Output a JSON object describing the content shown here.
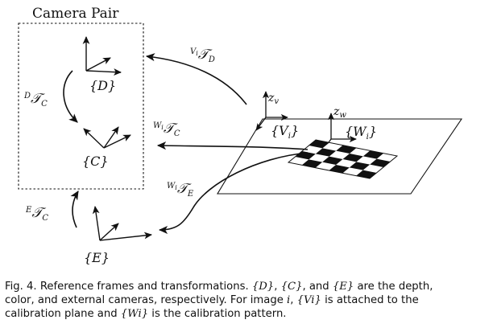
{
  "box_title": "Camera Pair",
  "frames": {
    "D": "{D}",
    "C": "{C}",
    "E": "{E}",
    "V": "{V",
    "W": "{W",
    "sub_i": "i",
    "close": "}"
  },
  "axes": {
    "zv": "z",
    "zv_sub": "v",
    "zw": "z",
    "zw_sub": "w"
  },
  "transforms": {
    "script_T": "𝒯",
    "D_to_C": {
      "sup": "D",
      "sub": "C"
    },
    "Vi_to_D": {
      "sup": "V",
      "sup_sub": "i",
      "sub": "D"
    },
    "Wi_to_C": {
      "sup": "W",
      "sup_sub": "i",
      "sub": "C"
    },
    "Wi_to_E": {
      "sup": "W",
      "sup_sub": "i",
      "sub": "E"
    },
    "E_to_C": {
      "sup": "E",
      "sub": "C"
    }
  },
  "checkerboard": {
    "rows": 4,
    "cols": 6
  },
  "caption": {
    "line1_a": "Fig. 4. Reference frames and transformations. ",
    "D": "{D}",
    "sep1": ", ",
    "C": "{C}",
    "sep2": ", and ",
    "E": "{E}",
    "line1_b": " are the depth,",
    "line2_a": "color, and external cameras, respectively. For image ",
    "i": "i",
    "line2_b": ", ",
    "Vi": "{Vi}",
    "line2_c": " is attached to the",
    "line3_a": "calibration plane and ",
    "Wi": "{Wi}",
    "line3_b": " is the calibration pattern."
  }
}
